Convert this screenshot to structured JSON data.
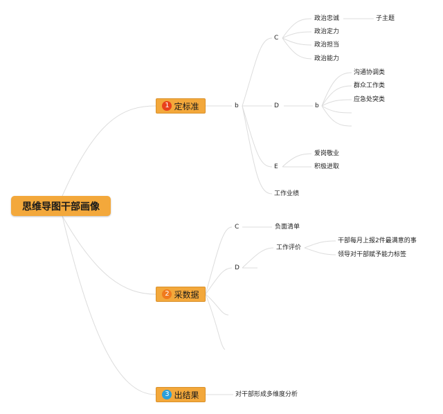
{
  "root": {
    "label": "思维导图干部画像"
  },
  "branches": {
    "b1": {
      "number": "1",
      "label": "定标准",
      "badge_color": "#e8411c"
    },
    "b2": {
      "number": "2",
      "label": "采数据",
      "badge_color": "#f07a1e"
    },
    "b3": {
      "number": "3",
      "label": "出结果",
      "badge_color": "#2b9fd9"
    }
  },
  "nodes": {
    "b1_b": "b",
    "b1_c": "C",
    "c_1": "政治忠诚",
    "c_1_sub": "子主题",
    "c_2": "政治定力",
    "c_3": "政治担当",
    "c_4": "政治能力",
    "b1_d": "D",
    "d_b": "b",
    "d_b_1": "沟通协调类",
    "d_b_2": "群众工作类",
    "d_b_3": "应急处突类",
    "b1_e": "E",
    "e_1": "爱岗敬业",
    "e_2": "积极进取",
    "b1_work": "工作业绩",
    "b2_c": "C",
    "b2_c_1": "负面清单",
    "b2_d": "D",
    "b2_d_eval": "工作评价",
    "eval_1": "干部每月上报2件最满意的事",
    "eval_2": "领导对干部赋予能力标签",
    "b3_1": "对干部形成多维度分析"
  }
}
